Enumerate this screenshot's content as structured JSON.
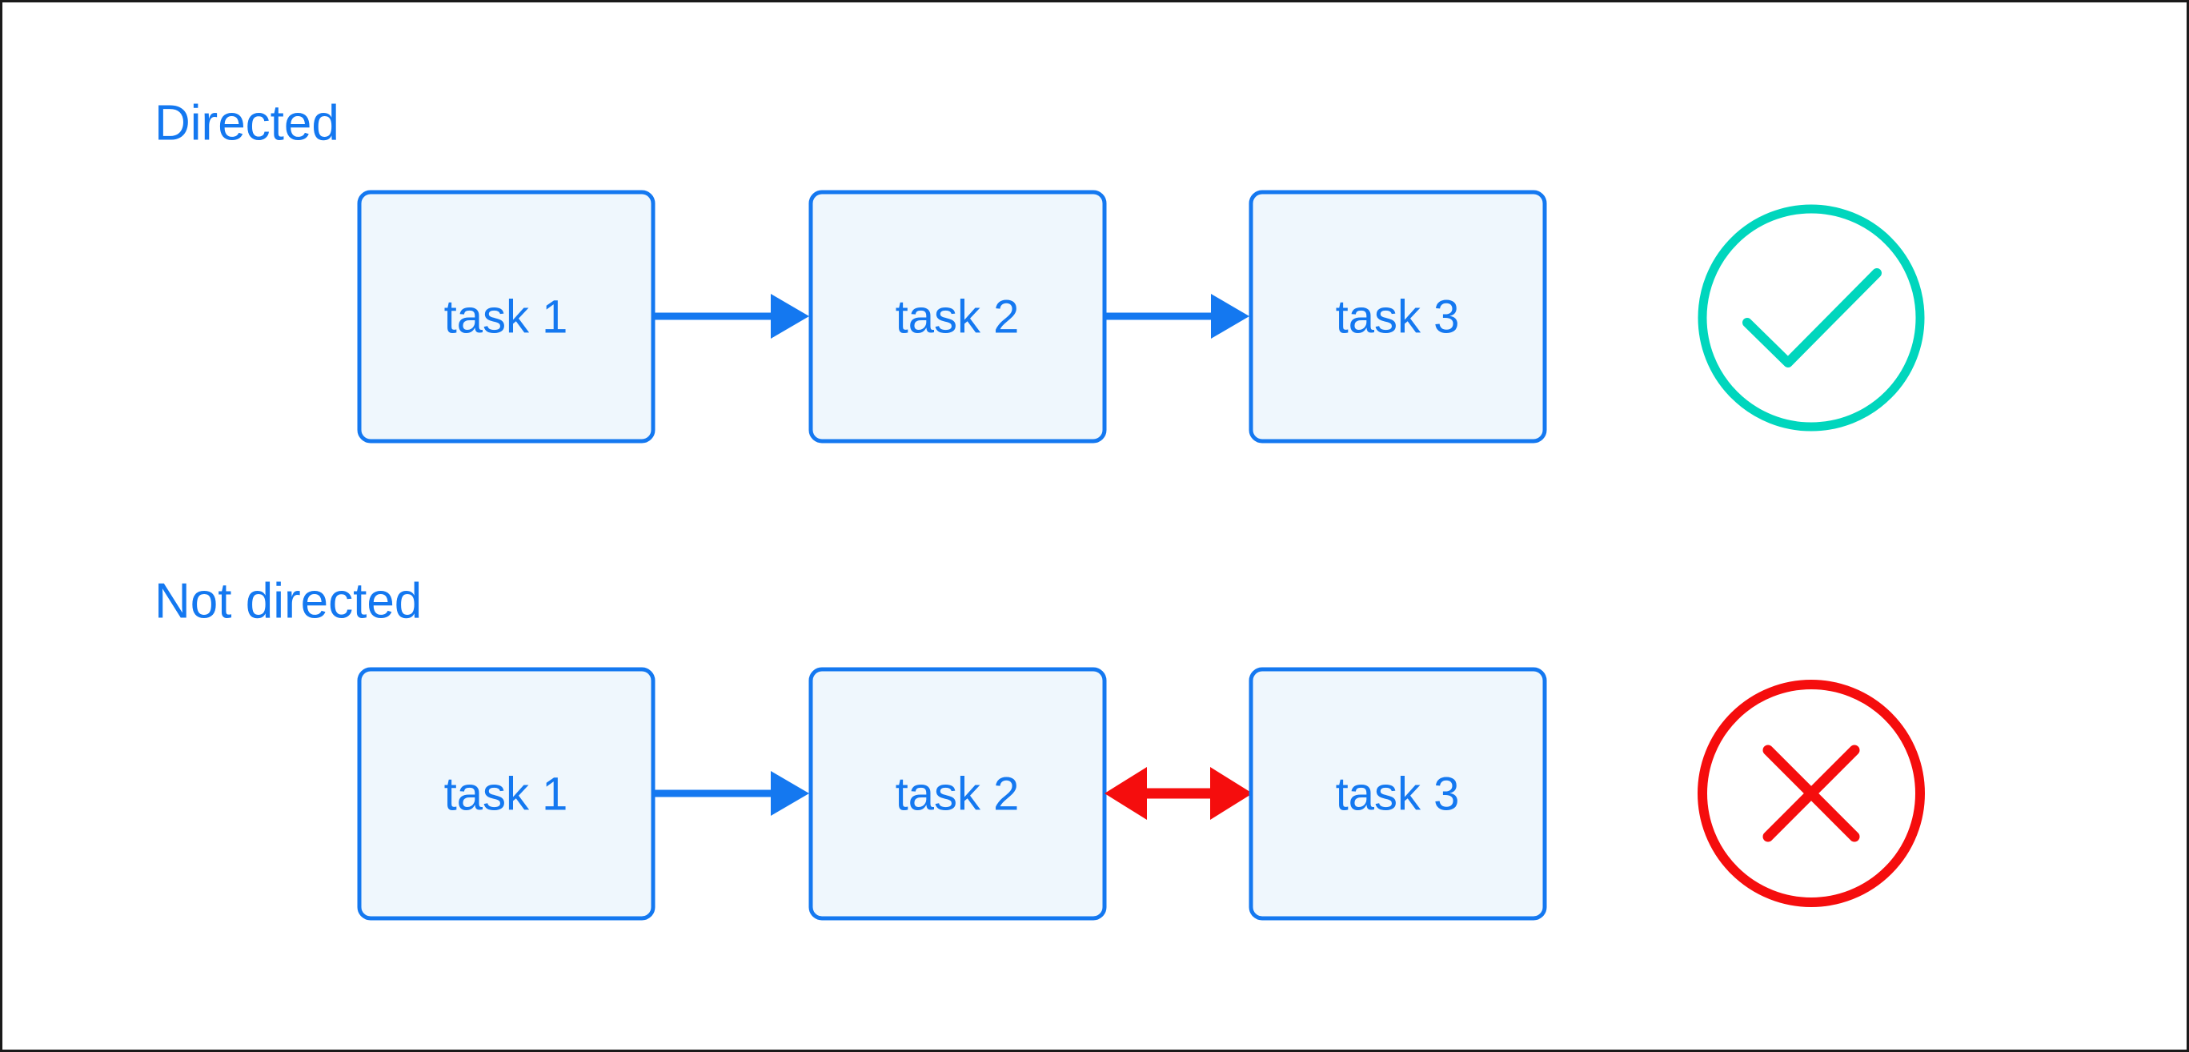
{
  "figure": {
    "background_color": "#ffffff",
    "border_color": "#1a1a1a"
  },
  "palette": {
    "blue": "#1478f0",
    "node_fill": "#eff7fd",
    "teal": "#00d6bd",
    "red": "#f50d0d"
  },
  "sections": [
    {
      "id": "directed",
      "label": "Directed",
      "status_icon": "check-circle-icon",
      "status_color": "#00d6bd",
      "nodes": [
        {
          "label": "task 1"
        },
        {
          "label": "task 2"
        },
        {
          "label": "task 3"
        }
      ],
      "edges": [
        {
          "from": "task 1",
          "to": "task 2",
          "direction": "forward",
          "color": "#1478f0"
        },
        {
          "from": "task 2",
          "to": "task 3",
          "direction": "forward",
          "color": "#1478f0"
        }
      ]
    },
    {
      "id": "not-directed",
      "label": "Not directed",
      "status_icon": "x-circle-icon",
      "status_color": "#f50d0d",
      "nodes": [
        {
          "label": "task 1"
        },
        {
          "label": "task 2"
        },
        {
          "label": "task 3"
        }
      ],
      "edges": [
        {
          "from": "task 1",
          "to": "task 2",
          "direction": "forward",
          "color": "#1478f0"
        },
        {
          "from": "task 2",
          "to": "task 3",
          "direction": "bidirectional",
          "color": "#f50d0d"
        }
      ]
    }
  ]
}
